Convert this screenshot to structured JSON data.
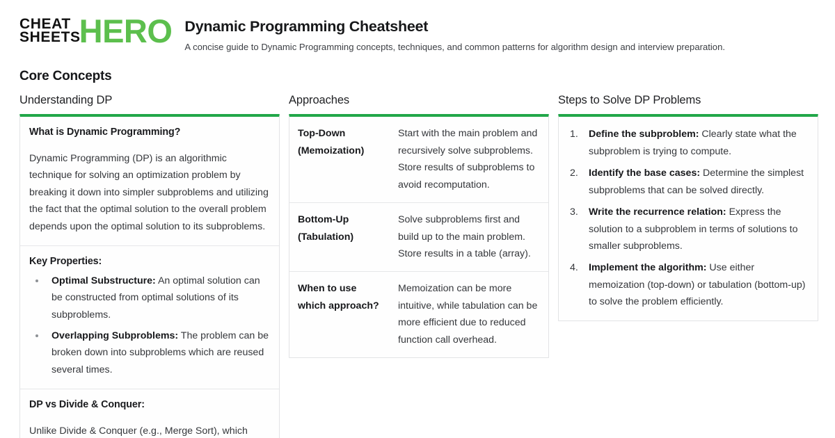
{
  "brand": {
    "line1": "CHEAT",
    "line2": "SHEETS",
    "hero": "HERO",
    "hero_color": "#5cbf4d"
  },
  "header": {
    "title": "Dynamic Programming Cheatsheet",
    "subtitle": "A concise guide to Dynamic Programming concepts, techniques, and common patterns for algorithm design and interview preparation."
  },
  "section": {
    "title": "Core Concepts",
    "accent_color": "#21a749"
  },
  "columns": [
    {
      "title": "Understanding DP",
      "blocks": [
        {
          "heading": "What is Dynamic Programming?",
          "paragraph": "Dynamic Programming (DP) is an algorithmic technique for solving an optimization problem by breaking it down into simpler subproblems and utilizing the fact that the optimal solution to the overall problem depends upon the optimal solution to its subproblems."
        },
        {
          "heading": "Key Properties:",
          "bullets": [
            {
              "term": "Optimal Substructure:",
              "text": " An optimal solution can be constructed from optimal solutions of its subproblems."
            },
            {
              "term": "Overlapping Subproblems:",
              "text": " The problem can be broken down into subproblems which are reused several times."
            }
          ]
        },
        {
          "heading": "DP vs Divide & Conquer:",
          "paragraph": "Unlike Divide & Conquer (e.g., Merge Sort), which"
        }
      ]
    },
    {
      "title": "Approaches",
      "rows": [
        {
          "key": "Top-Down (Memoization)",
          "value": "Start with the main problem and recursively solve subproblems. Store results of subproblems to avoid recomputation."
        },
        {
          "key": "Bottom-Up (Tabulation)",
          "value": "Solve subproblems first and build up to the main problem. Store results in a table (array)."
        },
        {
          "key": "When to use which approach?",
          "value": "Memoization can be more intuitive, while tabulation can be more efficient due to reduced function call overhead."
        }
      ]
    },
    {
      "title": "Steps to Solve DP Problems",
      "steps": [
        {
          "term": "Define the subproblem:",
          "text": " Clearly state what the subproblem is trying to compute."
        },
        {
          "term": "Identify the base cases:",
          "text": " Determine the simplest subproblems that can be solved directly."
        },
        {
          "term": "Write the recurrence relation:",
          "text": " Express the solution to a subproblem in terms of solutions to smaller subproblems."
        },
        {
          "term": "Implement the algorithm:",
          "text": " Use either memoization (top-down) or tabulation (bottom-up) to solve the problem efficiently."
        }
      ]
    }
  ]
}
